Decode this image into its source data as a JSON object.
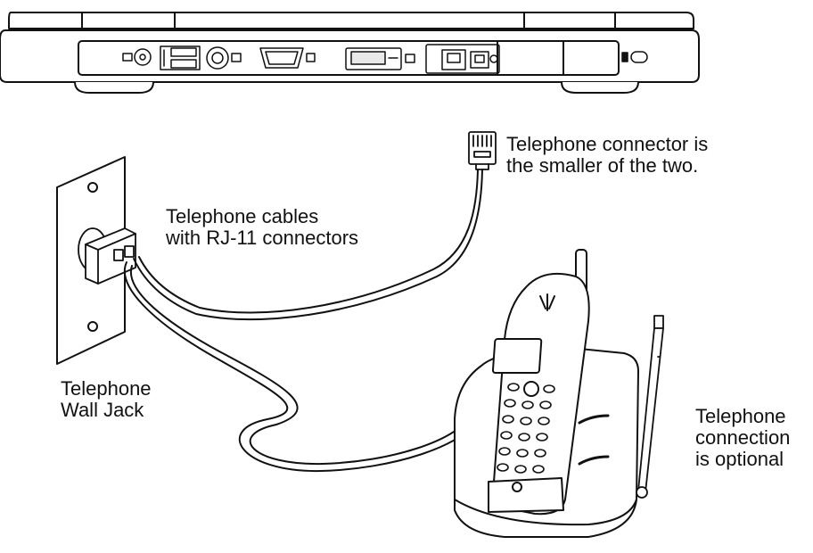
{
  "labels": {
    "connector": {
      "line1": "Telephone connector is",
      "line2": "the smaller of the two."
    },
    "cables": {
      "line1": "Telephone cables",
      "line2": "with RJ-11 connectors"
    },
    "wall_jack": {
      "line1": "Telephone",
      "line2": "Wall Jack"
    },
    "optional": {
      "line1": "Telephone",
      "line2": "connection",
      "line3": "is optional"
    }
  },
  "colors": {
    "ink": "#111111",
    "fill": "#ffffff",
    "shade": "#e8e8e8"
  }
}
